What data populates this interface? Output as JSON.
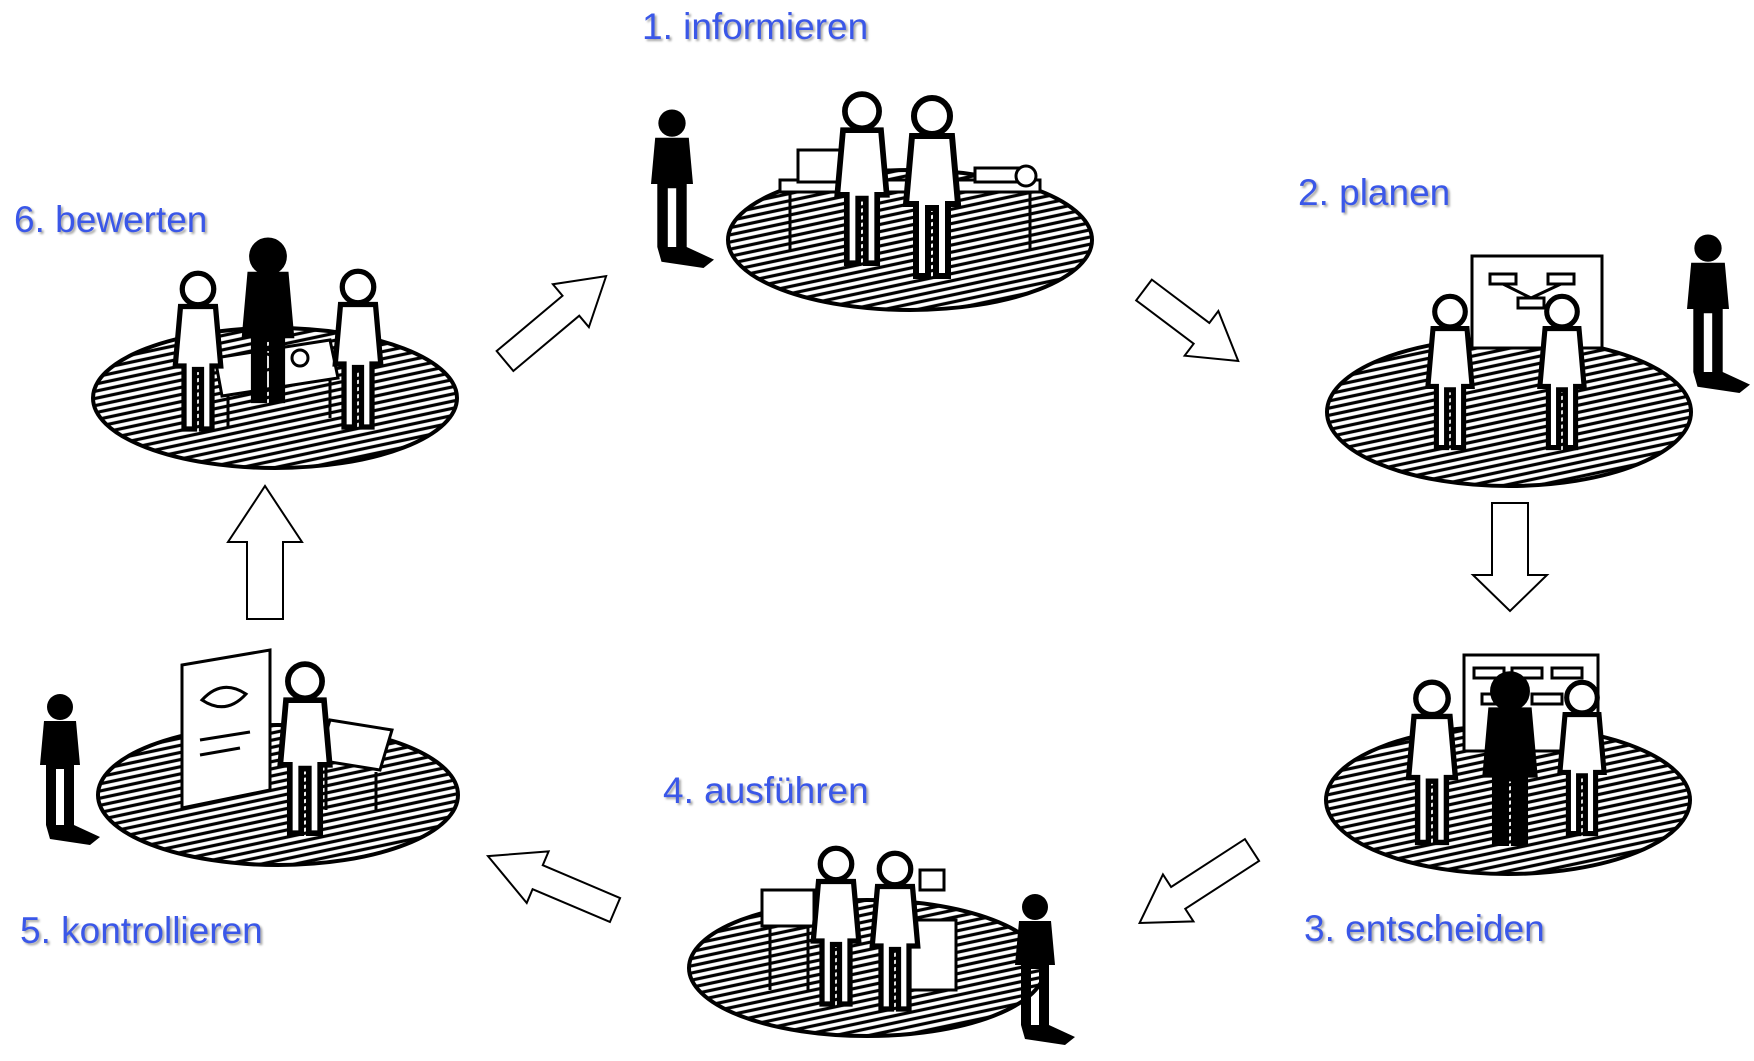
{
  "colors": {
    "label_blue": "#3a57e8",
    "ink": "#000000",
    "paper": "#ffffff"
  },
  "steps": [
    {
      "id": 1,
      "label": "1. informieren"
    },
    {
      "id": 2,
      "label": "2. planen"
    },
    {
      "id": 3,
      "label": "3. entscheiden"
    },
    {
      "id": 4,
      "label": "4. ausführen"
    },
    {
      "id": 5,
      "label": "5. kontrollieren"
    },
    {
      "id": 6,
      "label": "6. bewerten"
    }
  ],
  "arrows": [
    {
      "from": 1,
      "to": 2
    },
    {
      "from": 2,
      "to": 3
    },
    {
      "from": 3,
      "to": 4
    },
    {
      "from": 4,
      "to": 5
    },
    {
      "from": 5,
      "to": 6
    },
    {
      "from": 6,
      "to": 1
    }
  ]
}
